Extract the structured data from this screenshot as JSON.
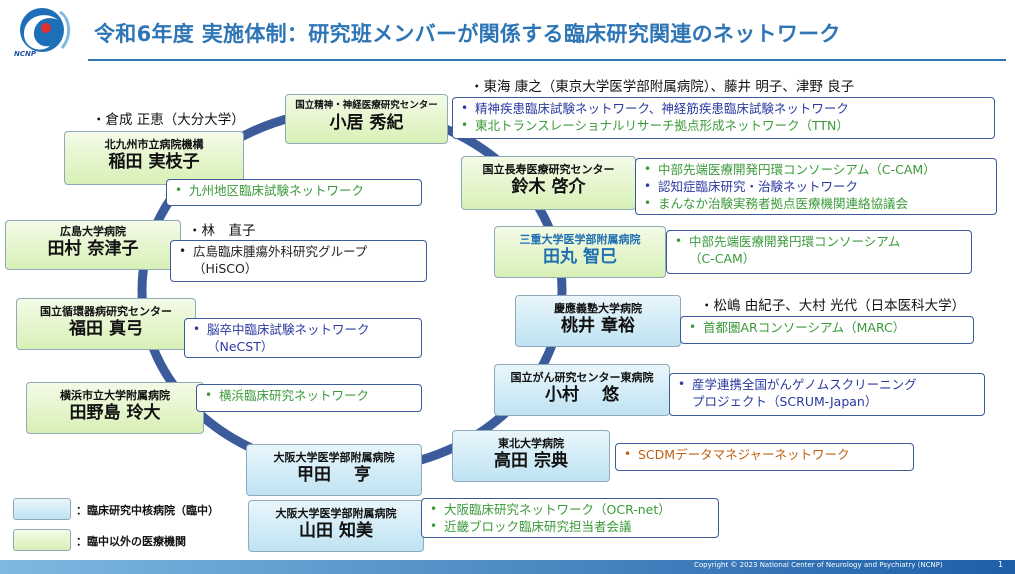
{
  "title": "令和6年度 実施体制：研究班メンバーが関係する臨床研究関連のネットワーク",
  "logo_text": "NCNP",
  "footer": {
    "copyright": "Copyright © 2023 National Center of Neurology and Psychiatry (NCNP)",
    "page": "1"
  },
  "colors": {
    "accent": "#2e75b6",
    "core_fill": "#bfe3f3",
    "other_fill": "#d8f0b6",
    "ring": "#3b5b9a"
  },
  "nodes": {
    "ncnp": {
      "inst": "国立精神・神経医療研究センター",
      "person": "小居 秀紀"
    },
    "kitakyushu": {
      "inst": "北九州市立病院機構",
      "person": "稲田 実枝子"
    },
    "hiroshima": {
      "inst": "広島大学病院",
      "person": "田村 奈津子"
    },
    "ncvc": {
      "inst": "国立循環器病研究センター",
      "person": "福田 真弓"
    },
    "yokohama": {
      "inst": "横浜市立大学附属病院",
      "person": "田野島 玲大"
    },
    "osaka1": {
      "inst": "大阪大学医学部附属病院",
      "person": "甲田　 亨"
    },
    "osaka2": {
      "inst": "大阪大学医学部附属病院",
      "person": "山田 知美"
    },
    "ncgg": {
      "inst": "国立長寿医療研究センター",
      "person": "鈴木 啓介"
    },
    "mie": {
      "inst": "三重大学医学部附属病院",
      "person": "田丸 智巳"
    },
    "keio": {
      "inst": "慶應義塾大学病院",
      "person": "桃井 章裕"
    },
    "ncc": {
      "inst": "国立がん研究センター東病院",
      "person": "小村　 悠"
    },
    "tohoku": {
      "inst": "東北大学病院",
      "person": "高田 宗典"
    }
  },
  "networks": {
    "ncnp": [
      "精神疾患臨床試験ネットワーク、神経筋疾患臨床試験ネットワーク",
      "東北トランスレーショナルリサーチ拠点形成ネットワーク（TTN）"
    ],
    "kitakyushu": [
      "九州地区臨床試験ネットワーク"
    ],
    "hiroshima": [
      "広島臨床腫瘍外科研究グループ",
      "（HiSCO）"
    ],
    "ncvc": [
      "脳卒中臨床試験ネットワーク",
      "（NeCST）"
    ],
    "yokohama": [
      "横浜臨床研究ネットワーク"
    ],
    "osaka2": [
      "大阪臨床研究ネットワーク（OCR-net）",
      "近畿ブロック臨床研究担当者会議"
    ],
    "ncgg": [
      "中部先端医療開発円環コンソーシアム（C-CAM）",
      "認知症臨床研究・治験ネットワーク",
      "まんなか治験実務者拠点医療機関連絡協議会"
    ],
    "mie": [
      "中部先端医療開発円環コンソーシアム",
      "（C-CAM）"
    ],
    "keio": [
      "首都圏ARコンソーシアム（MARC）"
    ],
    "ncc": [
      "産学連携全国がんゲノムスクリーニング",
      "プロジェクト（SCRUM-Japan）"
    ],
    "tohoku": [
      "SCDMデータマネジャーネットワーク"
    ]
  },
  "notes": {
    "ncnp": "・東海 康之（東京大学医学部附属病院）、藤井 明子、津野 良子",
    "kitakyushu": "・倉成 正恵（大分大学）",
    "hiroshima": "・林　直子",
    "keio": "・松嶋 由紀子、大村 光代（日本医科大学）"
  },
  "legend": {
    "core": "：臨床研究中核病院（臨中）",
    "other": "：臨中以外の医療機関"
  }
}
